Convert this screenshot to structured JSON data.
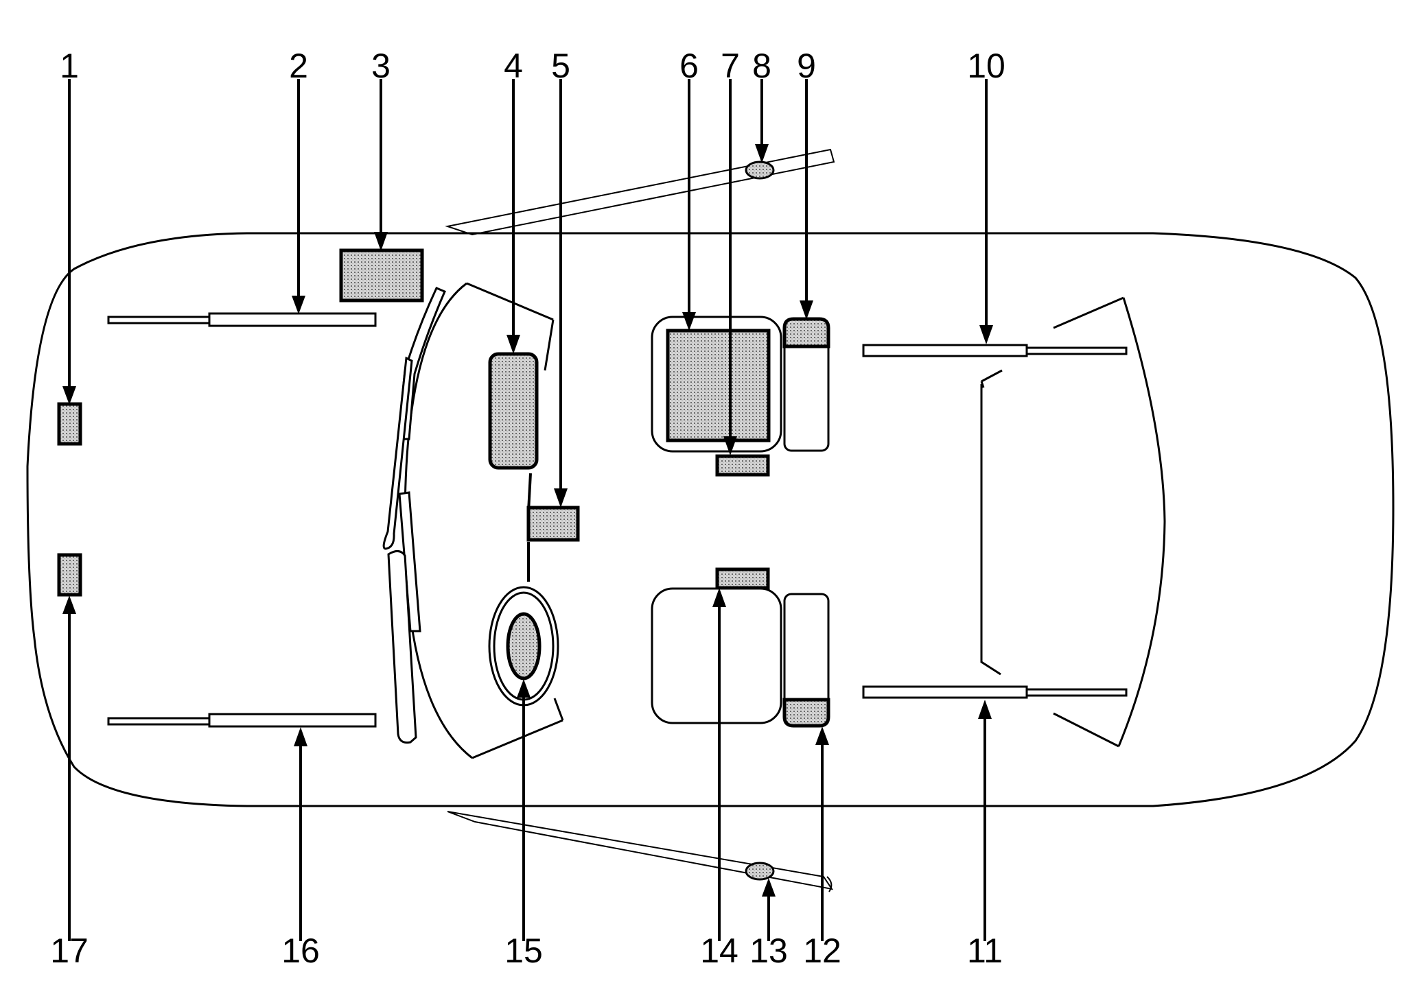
{
  "labels": {
    "l1": "1",
    "l2": "2",
    "l3": "3",
    "l4": "4",
    "l5": "5",
    "l6": "6",
    "l7": "7",
    "l8": "8",
    "l9": "9",
    "l10": "10",
    "l11": "11",
    "l12": "12",
    "l13": "13",
    "l14": "14",
    "l15": "15",
    "l16": "16",
    "l17": "17"
  },
  "colors": {
    "line": "#000000",
    "fill": "#bdbdbd",
    "background": "#ffffff"
  }
}
